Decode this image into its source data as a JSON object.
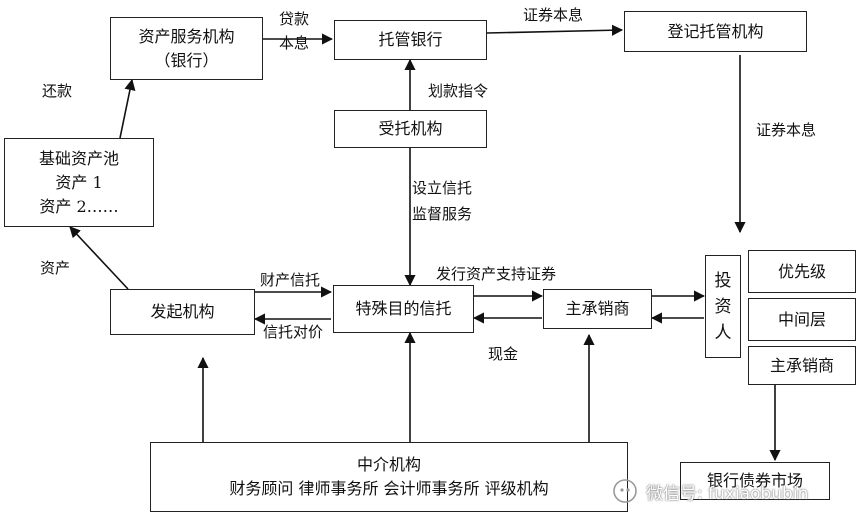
{
  "nodes": {
    "asset_service": [
      "资产服务机构",
      "（银行）"
    ],
    "trustee_bank": "托管银行",
    "registry": "登记托管机构",
    "trust_agency": "受托机构",
    "asset_pool": [
      "基础资产池",
      "资产 1",
      "资产 2……"
    ],
    "originator": "发起机构",
    "spv": "特殊目的信托",
    "underwriter": "主承销商",
    "investor": [
      "投",
      "资",
      "人"
    ],
    "senior": "优先级",
    "mezzanine": "中间层",
    "investor_underwriter": "主承销商",
    "bond_market": "银行债券市场",
    "intermediaries": [
      "中介机构",
      "财务顾问  律师事务所  会计师事务所  评级机构"
    ]
  },
  "edge_labels": {
    "loan_principal": [
      "贷款",
      "本息"
    ],
    "securities_principal_top": "证券本息",
    "transfer_order": "划款指令",
    "securities_principal_right": "证券本息",
    "repay": "还款",
    "trust_services": [
      "设立信托",
      "监督服务"
    ],
    "assets": "资产",
    "property_trust": "财产信托",
    "trust_consideration": "信托对价",
    "issue_abs": "发行资产支持证券",
    "cash": "现金"
  },
  "watermark": "微信号: fuxiaobubin"
}
